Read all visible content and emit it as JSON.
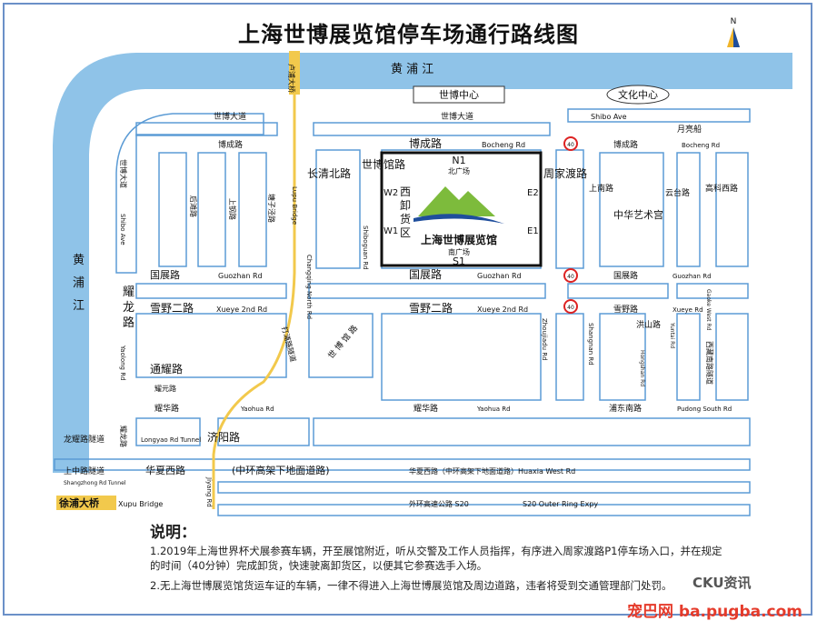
{
  "title": "上海世博展览馆停车场通行路线图",
  "compass": "N",
  "river": {
    "huangpu_top": "黄 浦 江",
    "huangpu_left": [
      "黄",
      "浦",
      "江"
    ]
  },
  "landmarks": {
    "expo_center": "世博中心",
    "culture_center": "文化中心",
    "zhonghua_palace": "中华艺术宫",
    "moon_boat": "月亮船"
  },
  "venue": {
    "name": "上海世博展览馆",
    "north_gate": "N1",
    "north_plaza": "北广场",
    "south_gate": "S1",
    "south_plaza": "南广场",
    "west_gates": [
      "W2",
      "W1"
    ],
    "east_gates": [
      "E2",
      "E1"
    ],
    "unloading": [
      "西",
      "卸",
      "货",
      "区"
    ]
  },
  "roads": {
    "shibo_ave_cn_1": "世博大道",
    "shibo_ave_cn_2": "世博大道",
    "shibo_ave_en": "Shibo Ave",
    "bocheng_cn_1": "博成路",
    "bocheng_cn_2": "博成路",
    "bocheng_cn_3": "博成路",
    "bocheng_en_1": "Bocheng Rd",
    "bocheng_en_2": "Bocheng Rd",
    "guozhan_cn_1": "国展路",
    "guozhan_cn_2": "国展路",
    "guozhan_cn_3": "国展路",
    "guozhan_en_1": "Guozhan Rd",
    "guozhan_en_2": "Guozhan Rd",
    "guozhan_en_3": "Guozhan Rd",
    "xueye2_cn_1": "雪野二路",
    "xueye2_cn_2": "雪野二路",
    "xueye2_en_1": "Xueye 2nd Rd",
    "xueye2_en_2": "Xueye 2nd Rd",
    "xueye_cn": "雪野路",
    "xueye_en": "Xueye Rd",
    "tongyao_cn": "通耀路",
    "yaoyuan_cn": "耀元路",
    "yaohua_cn_1": "耀华路",
    "yaohua_cn_2": "耀华路",
    "yaohua_en_1": "Yaohua Rd",
    "yaohua_en_2": "Yaohua Rd",
    "pudong_south_cn": "浦东南路",
    "pudong_south_en": "Pudong South Rd",
    "longyao_tunnel_cn": "龙耀路隧道",
    "longyao_tunnel_en": "Longyao Rd Tunnel",
    "longyao_cn": "耀龙路",
    "shangzhong_tunnel_cn": "上中路隧道",
    "shangzhong_tunnel_en": "Shangzhong Rd Tunnel",
    "huaxia_cn": "华夏西路",
    "middle_ring": "(中环高架下地面道路)",
    "huaxia_full": "华夏西路（中环高架下地面道路）Huaxia West Rd",
    "outer_ring": "外环高速公路 S20",
    "outer_ring_en": "S20 Outer Ring Expy",
    "xupu_bridge_cn": "徐浦大桥",
    "xupu_bridge_en": "Xupu Bridge",
    "lupu_bridge_cn": "卢浦大桥",
    "lupu_bridge_en": "Lupu Bridge",
    "lupu_tunnel": "打浦路隧道",
    "changqing_north_cn": "长清北路",
    "changqing_north_en": "Changqing North Rd",
    "shiboguan_cn": "世博馆路",
    "shiboguan_en": "Shiboguan Rd",
    "shibo_guan_curve": "世 博 馆 路",
    "zhoujiadu_cn": "周家渡路",
    "zhoujiadu_en": "Zhoujiadu Rd",
    "shangnan_cn": "上南路",
    "shangnan_en": "Shangnan Rd",
    "hongshan_cn": "洪山路",
    "hongshan_en": "Hongshan Rd",
    "yuntai_cn": "云台路",
    "yuntai_en": "Yuntai Rd",
    "gaoke_west_cn": "高科西路",
    "gaoke_west_en": "Gaoke West Rd",
    "xizang_south_cn": "西藏南路隧道",
    "houtan": "后滩路",
    "shanggang": "上钢路",
    "tangzigang": "塘子泾路",
    "yaolong_cn": [
      "耀",
      "龙",
      "路"
    ],
    "yaolong_en": "Yaolong Rd",
    "jiyang_cn": "济阳路",
    "jiyang_en": "Jiyang Rd"
  },
  "speed_limit": "40",
  "notes": {
    "heading": "说明：",
    "n1": "1.2019年上海世界杯犬展参赛车辆，开至展馆附近，听从交警及工作人员指挥，有序进入周家渡路P1停车场入口，并在规定的时间（40分钟）完成卸货，快速驶离卸货区，以便其它参赛选手入场。",
    "n2": "2.无上海世博展览馆货运车证的车辆，一律不得进入上海世博展览馆及周边道路，违者将受到交通管理部门处罚。"
  },
  "watermark": {
    "brand": "CKU资讯",
    "site": "宠巴网 ba.pugba.com"
  },
  "colors": {
    "river": "#8fc3e8",
    "road_outline": "#5b9bd5",
    "bridge": "#f2c94c",
    "accent": "#1f4e9c"
  }
}
